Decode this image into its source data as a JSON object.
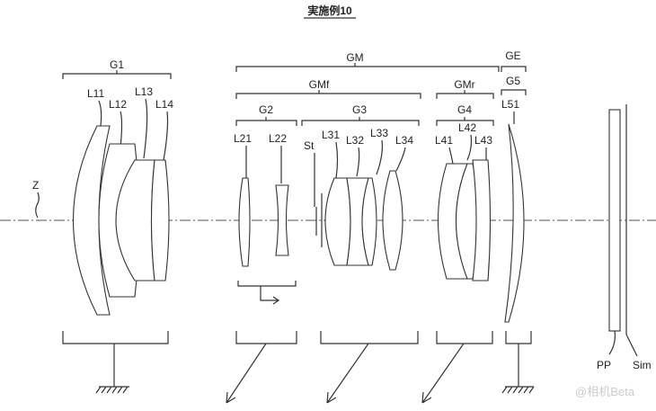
{
  "title": "実施例10",
  "axis_label": "Z",
  "groups": {
    "G1": "G1",
    "GM": "GM",
    "GMf": "GMf",
    "GMr": "GMr",
    "G2": "G2",
    "G3": "G3",
    "G4": "G4",
    "GE": "GE",
    "G5": "G5"
  },
  "lenses": {
    "L11": "L11",
    "L12": "L12",
    "L13": "L13",
    "L14": "L14",
    "L21": "L21",
    "L22": "L22",
    "St": "St",
    "L31": "L31",
    "L32": "L32",
    "L33": "L33",
    "L34": "L34",
    "L41": "L41",
    "L42": "L42",
    "L43": "L43",
    "L51": "L51"
  },
  "planes": {
    "PP": "PP",
    "Sim": "Sim"
  },
  "watermark": "@相机Beta"
}
